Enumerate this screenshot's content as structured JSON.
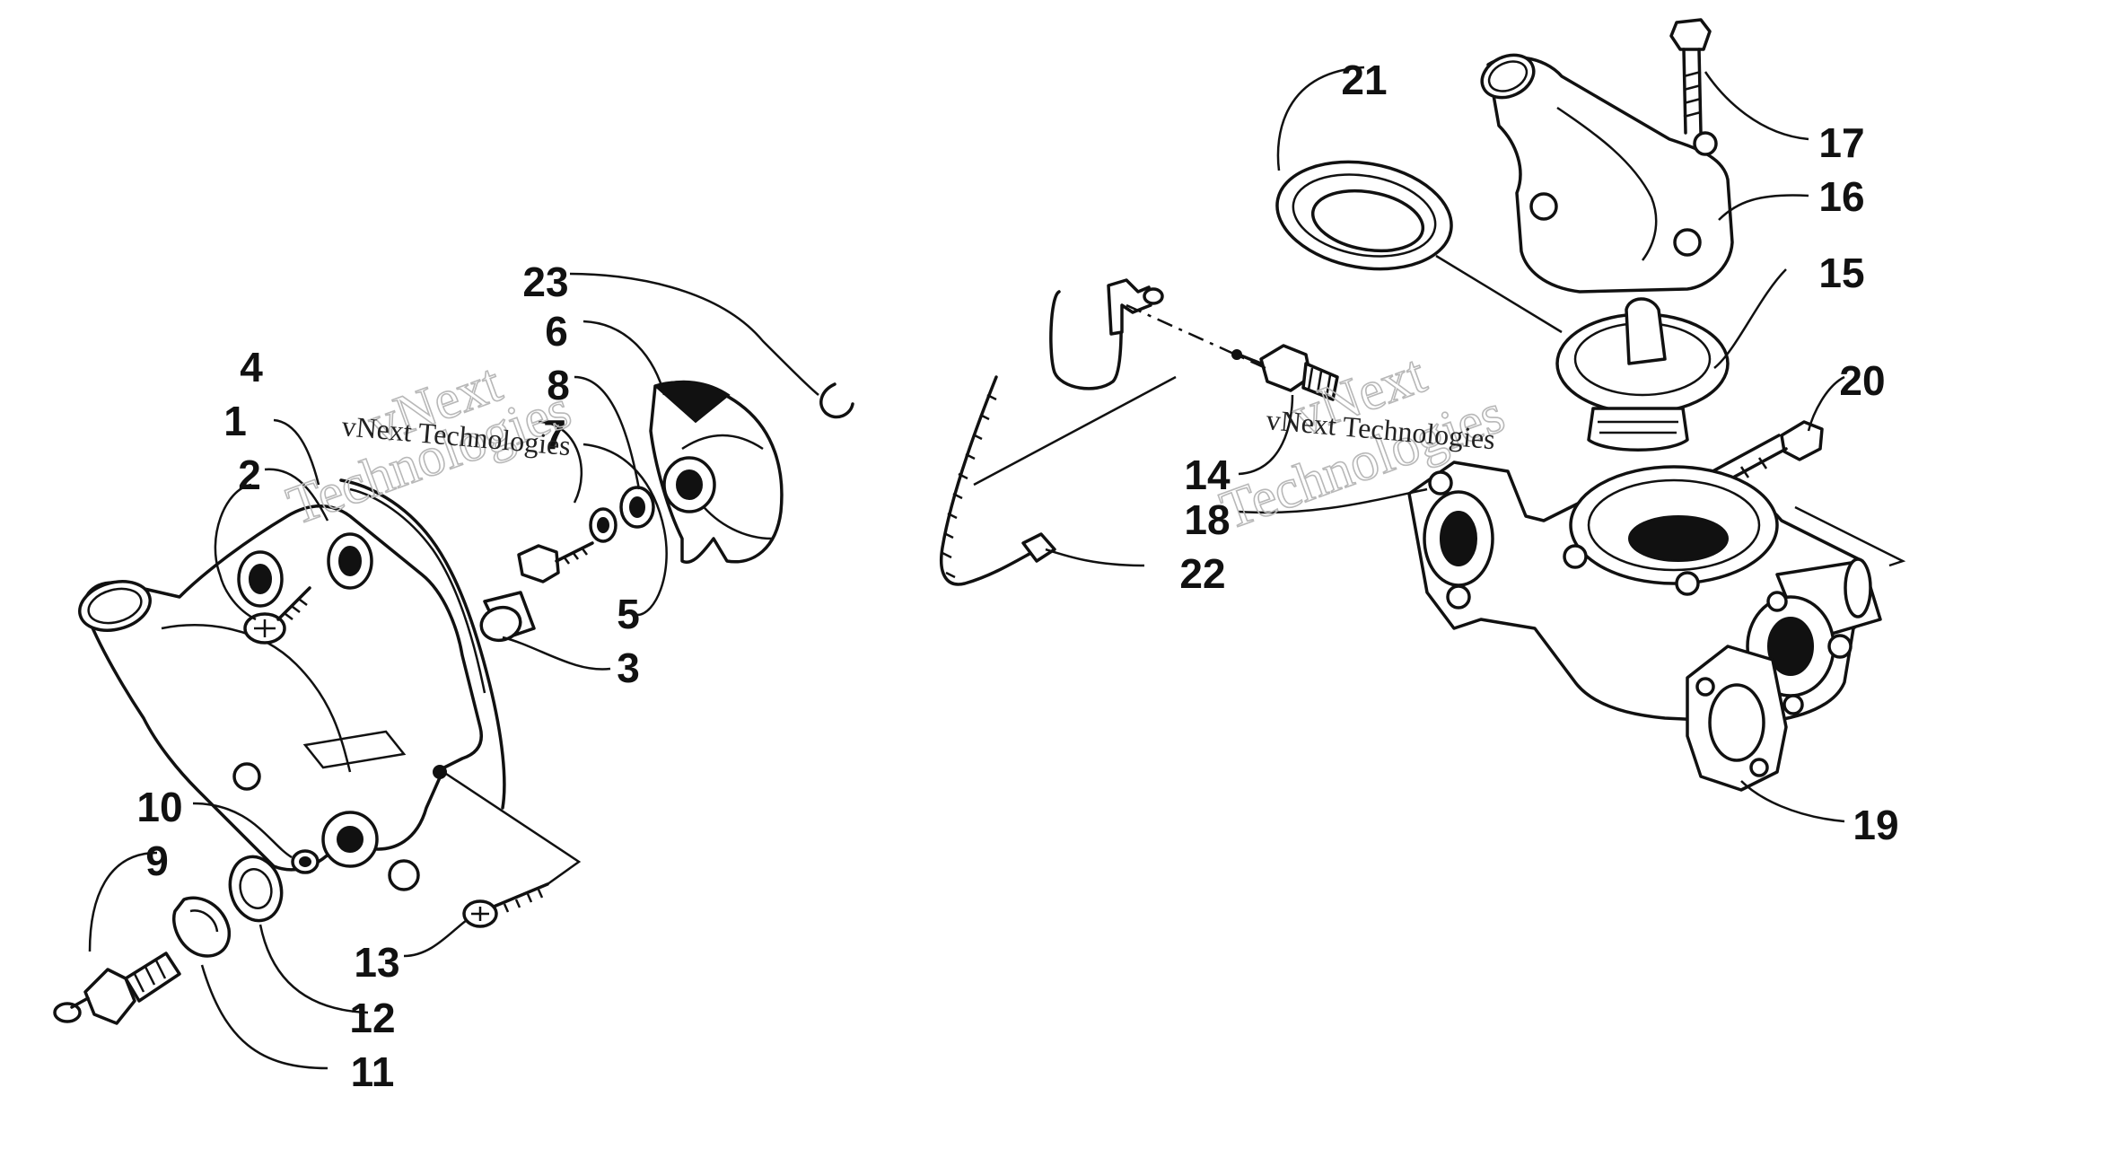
{
  "watermark": {
    "brand_line1": "vNext",
    "brand_line2": "Technologies",
    "caption": "vNext Technologies"
  },
  "callouts": [
    {
      "id": "1",
      "label": "1"
    },
    {
      "id": "2",
      "label": "2"
    },
    {
      "id": "3",
      "label": "3"
    },
    {
      "id": "4",
      "label": "4"
    },
    {
      "id": "5",
      "label": "5"
    },
    {
      "id": "6",
      "label": "6"
    },
    {
      "id": "7",
      "label": "7"
    },
    {
      "id": "8",
      "label": "8"
    },
    {
      "id": "9",
      "label": "9"
    },
    {
      "id": "10",
      "label": "10"
    },
    {
      "id": "11",
      "label": "11"
    },
    {
      "id": "12",
      "label": "12"
    },
    {
      "id": "13",
      "label": "13"
    },
    {
      "id": "14",
      "label": "14"
    },
    {
      "id": "15",
      "label": "15"
    },
    {
      "id": "16",
      "label": "16"
    },
    {
      "id": "17",
      "label": "17"
    },
    {
      "id": "18",
      "label": "18"
    },
    {
      "id": "19",
      "label": "19"
    },
    {
      "id": "20",
      "label": "20"
    },
    {
      "id": "21",
      "label": "21"
    },
    {
      "id": "22",
      "label": "22"
    },
    {
      "id": "23",
      "label": "23"
    }
  ]
}
